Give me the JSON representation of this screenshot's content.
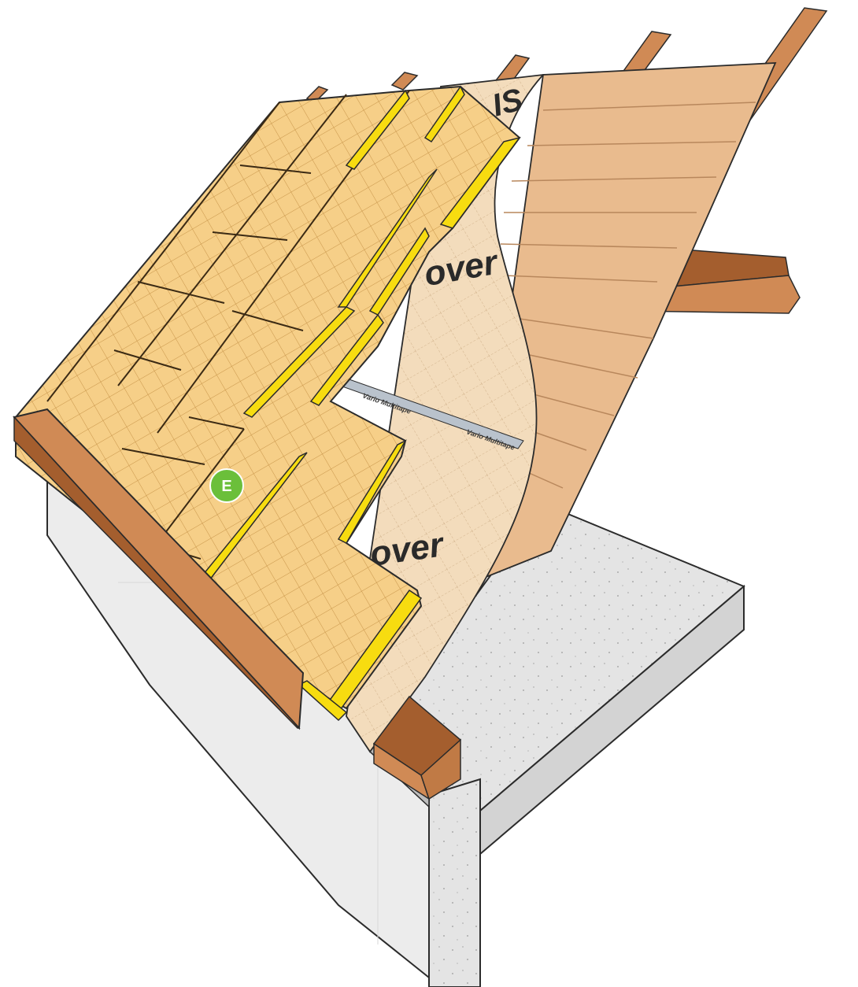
{
  "diagram": {
    "brand_texts": [
      "IS",
      "over",
      "over"
    ],
    "tape_texts": [
      "Vario Multitape",
      "Vario Multitape"
    ],
    "marker": {
      "label": "E",
      "color": "#6bbf3a"
    },
    "colors": {
      "panel": "#f6cf88",
      "panel_grid": "#c8954a",
      "panel_seam": "#3b2a14",
      "insulation_edge": "#f7dc10",
      "membrane": "#f3dcbc",
      "rafter": "#d08a55",
      "rafter_dark": "#a45e2e",
      "board": "#e9bb8e",
      "board_dark": "#b8875c",
      "concrete": "#e4e4e4",
      "concrete_dark": "#c9c9c9",
      "wall": "#ececec",
      "outline": "#2b2b2b"
    }
  }
}
